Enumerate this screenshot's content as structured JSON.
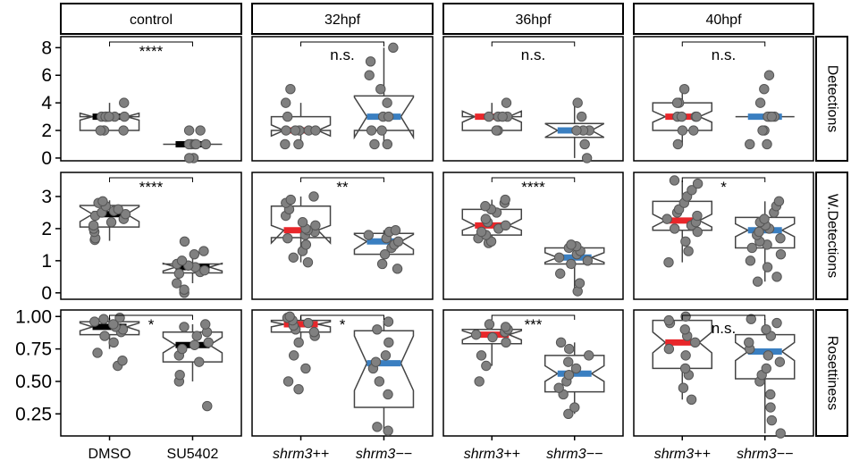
{
  "chart_data": {
    "type": "boxplot",
    "columns": [
      {
        "label": "control",
        "x_labels": [
          "DMSO",
          "SU5402"
        ],
        "italic": false
      },
      {
        "label": "32hpf",
        "x_labels": [
          "shrm3++",
          "shrm3−−"
        ],
        "italic": true
      },
      {
        "label": "36hpf",
        "x_labels": [
          "shrm3++",
          "shrm3−−"
        ],
        "italic": true
      },
      {
        "label": "40hpf",
        "x_labels": [
          "shrm3++",
          "shrm3−−"
        ],
        "italic": true
      }
    ],
    "rows": [
      {
        "label": "Detections",
        "ylim": [
          -0.2,
          8.8
        ],
        "yticks": [
          0,
          2,
          4,
          6,
          8
        ],
        "ytick_labels": [
          "0",
          "2",
          "4",
          "6",
          "8"
        ]
      },
      {
        "label": "W.Detections",
        "ylim": [
          -0.2,
          3.75
        ],
        "yticks": [
          0,
          1,
          2,
          3
        ],
        "ytick_labels": [
          "0",
          "1",
          "2",
          "3"
        ]
      },
      {
        "label": "Rosettiness",
        "ylim": [
          0.08,
          1.05
        ],
        "yticks": [
          0.25,
          0.5,
          0.75,
          1.0
        ],
        "ytick_labels": [
          "0.25",
          "0.50",
          "0.75",
          "1.00"
        ]
      }
    ],
    "colors": {
      "control": "#000000",
      "wildtype": "#e8262a",
      "mutant": "#3a7fc1",
      "point": "#808080",
      "box": "#444444"
    },
    "panels": [
      {
        "row": 0,
        "col": 0,
        "significance": "****",
        "groups": [
          {
            "median": 3,
            "q1": 2,
            "q3": 3,
            "whisker_low": 2,
            "whisker_high": 4,
            "notch_low": 2.75,
            "notch_high": 3.25,
            "points": [
              2,
              2,
              2,
              3,
              3,
              3,
              3,
              3,
              3,
              3,
              4
            ]
          },
          {
            "median": 1,
            "q1": 1,
            "q3": 1,
            "whisker_low": 1,
            "whisker_high": 1,
            "notch_low": 1,
            "notch_high": 1,
            "points": [
              0,
              0,
              1,
              1,
              1,
              1,
              1,
              2,
              2
            ]
          }
        ]
      },
      {
        "row": 0,
        "col": 1,
        "significance": "n.s.",
        "groups": [
          {
            "median": 2,
            "q1": 2,
            "q3": 3,
            "whisker_low": 1,
            "whisker_high": 4,
            "notch_low": 1.6,
            "notch_high": 2.4,
            "points": [
              1,
              1,
              2,
              2,
              2,
              2,
              2,
              3,
              4,
              5
            ]
          },
          {
            "median": 3,
            "q1": 2,
            "q3": 4.5,
            "whisker_low": 1,
            "whisker_high": 8,
            "notch_low": 1.5,
            "notch_high": 4.4,
            "points": [
              1,
              1,
              2,
              2,
              3,
              3,
              4,
              5,
              6,
              7,
              8
            ]
          }
        ]
      },
      {
        "row": 0,
        "col": 2,
        "significance": "n.s.",
        "groups": [
          {
            "median": 3,
            "q1": 2,
            "q3": 3,
            "whisker_low": 2,
            "whisker_high": 4,
            "notch_low": 2.6,
            "notch_high": 3.4,
            "points": [
              2,
              2,
              3,
              3,
              3,
              3,
              4
            ]
          },
          {
            "median": 2,
            "q1": 1.5,
            "q3": 2.5,
            "whisker_low": 0,
            "whisker_high": 4,
            "notch_low": 1.5,
            "notch_high": 2.5,
            "points": [
              0,
              1,
              2,
              2,
              2,
              3,
              4
            ]
          }
        ]
      },
      {
        "row": 0,
        "col": 3,
        "significance": "n.s.",
        "groups": [
          {
            "median": 3,
            "q1": 2,
            "q3": 4,
            "whisker_low": 1,
            "whisker_high": 5,
            "notch_low": 2.6,
            "notch_high": 3.4,
            "points": [
              1,
              2,
              2,
              3,
              3,
              3,
              3,
              4,
              4,
              5
            ]
          },
          {
            "median": 3,
            "q1": 3,
            "q3": 3,
            "whisker_low": 3,
            "whisker_high": 3,
            "notch_low": 3,
            "notch_high": 3,
            "points": [
              1,
              1,
              2,
              2,
              3,
              3,
              3,
              3,
              4,
              5,
              6
            ]
          }
        ]
      },
      {
        "row": 1,
        "col": 0,
        "significance": "****",
        "groups": [
          {
            "median": 2.45,
            "q1": 2.05,
            "q3": 2.72,
            "whisker_low": 1.62,
            "whisker_high": 2.88,
            "notch_low": 2.22,
            "notch_high": 2.68,
            "points": [
              1.65,
              1.7,
              1.9,
              2.0,
              2.1,
              2.2,
              2.3,
              2.4,
              2.45,
              2.5,
              2.55,
              2.6,
              2.7,
              2.8,
              2.85
            ]
          },
          {
            "median": 0.8,
            "q1": 0.62,
            "q3": 0.9,
            "whisker_low": 0.3,
            "whisker_high": 1.3,
            "notch_low": 0.68,
            "notch_high": 0.92,
            "points": [
              0.0,
              0.1,
              0.3,
              0.6,
              0.65,
              0.7,
              0.8,
              0.85,
              0.9,
              1.0,
              1.2,
              1.3,
              1.6
            ]
          }
        ]
      },
      {
        "row": 1,
        "col": 1,
        "significance": "**",
        "groups": [
          {
            "median": 1.95,
            "q1": 1.72,
            "q3": 2.7,
            "whisker_low": 0.95,
            "whisker_high": 3.0,
            "notch_low": 1.55,
            "notch_high": 2.1,
            "points": [
              0.95,
              1.1,
              1.3,
              1.5,
              1.7,
              1.8,
              1.9,
              1.95,
              2.0,
              2.1,
              2.2,
              2.4,
              2.6,
              2.8,
              2.9,
              3.0
            ]
          },
          {
            "median": 1.6,
            "q1": 1.2,
            "q3": 1.85,
            "whisker_low": 0.75,
            "whisker_high": 1.95,
            "notch_low": 1.35,
            "notch_high": 1.82,
            "points": [
              0.75,
              0.9,
              1.2,
              1.4,
              1.5,
              1.6,
              1.7,
              1.8,
              1.9,
              1.95
            ]
          }
        ]
      },
      {
        "row": 1,
        "col": 2,
        "significance": "****",
        "groups": [
          {
            "median": 2.1,
            "q1": 1.8,
            "q3": 2.6,
            "whisker_low": 1.55,
            "whisker_high": 2.9,
            "notch_low": 1.95,
            "notch_high": 2.3,
            "points": [
              1.55,
              1.6,
              1.7,
              1.8,
              1.9,
              2.0,
              2.1,
              2.2,
              2.3,
              2.5,
              2.6,
              2.7,
              2.8,
              2.9
            ]
          },
          {
            "median": 1.1,
            "q1": 0.9,
            "q3": 1.4,
            "whisker_low": 0.05,
            "whisker_high": 1.5,
            "notch_low": 0.95,
            "notch_high": 1.25,
            "points": [
              0.05,
              0.3,
              0.6,
              0.9,
              1.0,
              1.1,
              1.2,
              1.3,
              1.4,
              1.45,
              1.5
            ]
          }
        ]
      },
      {
        "row": 1,
        "col": 3,
        "significance": "*",
        "groups": [
          {
            "median": 2.25,
            "q1": 1.95,
            "q3": 2.85,
            "whisker_low": 0.95,
            "whisker_high": 3.5,
            "notch_low": 2.05,
            "notch_high": 2.45,
            "points": [
              0.95,
              1.3,
              1.6,
              1.9,
              2.0,
              2.1,
              2.2,
              2.3,
              2.4,
              2.5,
              2.6,
              2.8,
              3.0,
              3.2,
              3.4,
              3.5
            ]
          },
          {
            "median": 1.95,
            "q1": 1.4,
            "q3": 2.35,
            "whisker_low": 0.35,
            "whisker_high": 2.85,
            "notch_low": 1.75,
            "notch_high": 2.15,
            "points": [
              0.35,
              0.5,
              0.8,
              1.0,
              1.2,
              1.4,
              1.5,
              1.6,
              1.7,
              1.8,
              1.9,
              2.0,
              2.1,
              2.2,
              2.3,
              2.5,
              2.7,
              2.85
            ]
          }
        ]
      },
      {
        "row": 2,
        "col": 0,
        "significance": "*",
        "groups": [
          {
            "median": 0.92,
            "q1": 0.86,
            "q3": 0.96,
            "whisker_low": 0.75,
            "whisker_high": 0.99,
            "notch_low": 0.89,
            "notch_high": 0.95,
            "points": [
              0.62,
              0.66,
              0.72,
              0.8,
              0.85,
              0.88,
              0.9,
              0.92,
              0.94,
              0.96,
              0.98,
              0.99
            ]
          },
          {
            "median": 0.78,
            "q1": 0.65,
            "q3": 0.88,
            "whisker_low": 0.5,
            "whisker_high": 0.94,
            "notch_low": 0.72,
            "notch_high": 0.84,
            "points": [
              0.31,
              0.5,
              0.55,
              0.65,
              0.7,
              0.75,
              0.78,
              0.8,
              0.85,
              0.88,
              0.92,
              0.94
            ]
          }
        ]
      },
      {
        "row": 2,
        "col": 1,
        "significance": "*",
        "groups": [
          {
            "median": 0.94,
            "q1": 0.88,
            "q3": 0.97,
            "whisker_low": 0.78,
            "whisker_high": 1.0,
            "notch_low": 0.92,
            "notch_high": 0.96,
            "points": [
              0.44,
              0.5,
              0.6,
              0.7,
              0.8,
              0.85,
              0.88,
              0.9,
              0.93,
              0.95,
              0.97,
              0.99,
              1.0
            ]
          },
          {
            "median": 0.64,
            "q1": 0.3,
            "q3": 0.89,
            "whisker_low": 0.12,
            "whisker_high": 0.97,
            "notch_low": 0.43,
            "notch_high": 0.85,
            "points": [
              0.12,
              0.15,
              0.4,
              0.5,
              0.6,
              0.65,
              0.7,
              0.8,
              0.9,
              0.96
            ]
          }
        ]
      },
      {
        "row": 2,
        "col": 2,
        "significance": "***",
        "groups": [
          {
            "median": 0.86,
            "q1": 0.79,
            "q3": 0.9,
            "whisker_low": 0.62,
            "whisker_high": 0.94,
            "notch_low": 0.82,
            "notch_high": 0.89,
            "points": [
              0.5,
              0.62,
              0.7,
              0.8,
              0.84,
              0.86,
              0.88,
              0.9,
              0.92,
              0.94
            ]
          },
          {
            "median": 0.56,
            "q1": 0.42,
            "q3": 0.7,
            "whisker_low": 0.25,
            "whisker_high": 0.8,
            "notch_low": 0.5,
            "notch_high": 0.62,
            "points": [
              0.25,
              0.3,
              0.4,
              0.45,
              0.5,
              0.55,
              0.6,
              0.65,
              0.7,
              0.75,
              0.8
            ]
          }
        ]
      },
      {
        "row": 2,
        "col": 3,
        "significance": "n.s.",
        "groups": [
          {
            "median": 0.8,
            "q1": 0.6,
            "q3": 0.97,
            "whisker_low": 0.36,
            "whisker_high": 1.0,
            "notch_low": 0.72,
            "notch_high": 0.88,
            "points": [
              0.36,
              0.45,
              0.55,
              0.6,
              0.7,
              0.75,
              0.8,
              0.85,
              0.9,
              0.95,
              0.97,
              1.0
            ]
          },
          {
            "median": 0.73,
            "q1": 0.52,
            "q3": 0.86,
            "whisker_low": 0.1,
            "whisker_high": 0.98,
            "notch_low": 0.66,
            "notch_high": 0.8,
            "points": [
              0.1,
              0.2,
              0.3,
              0.4,
              0.5,
              0.55,
              0.6,
              0.65,
              0.7,
              0.75,
              0.8,
              0.85,
              0.9,
              0.95,
              0.98
            ]
          }
        ]
      }
    ]
  }
}
